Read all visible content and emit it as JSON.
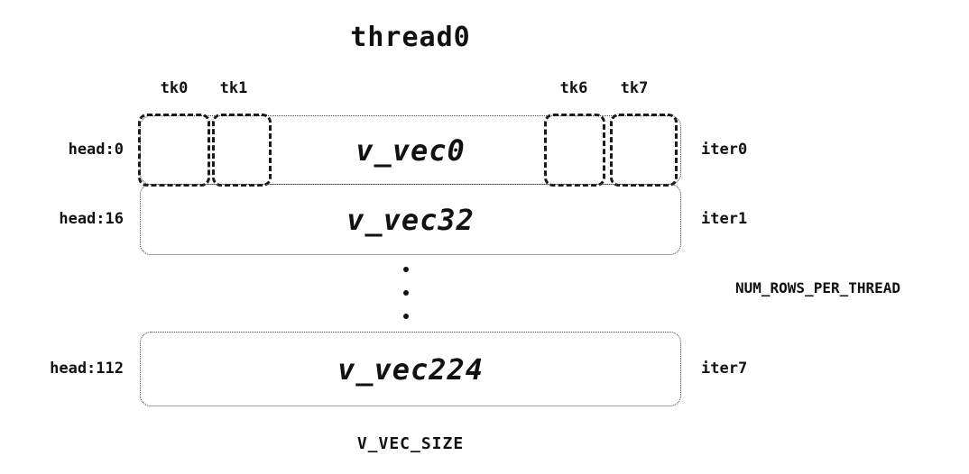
{
  "title": "thread0",
  "ticks": [
    {
      "label": "tk0"
    },
    {
      "label": "tk1"
    },
    {
      "label": "tk6"
    },
    {
      "label": "tk7"
    }
  ],
  "rows": [
    {
      "head": "head:0",
      "vec": "v_vec0",
      "iter": "iter0"
    },
    {
      "head": "head:16",
      "vec": "v_vec32",
      "iter": "iter1"
    },
    {
      "head": "head:112",
      "vec": "v_vec224",
      "iter": "iter7"
    }
  ],
  "annotations": {
    "num_rows": "NUM_ROWS_PER_THREAD",
    "v_vec_size": "V_VEC_SIZE"
  }
}
